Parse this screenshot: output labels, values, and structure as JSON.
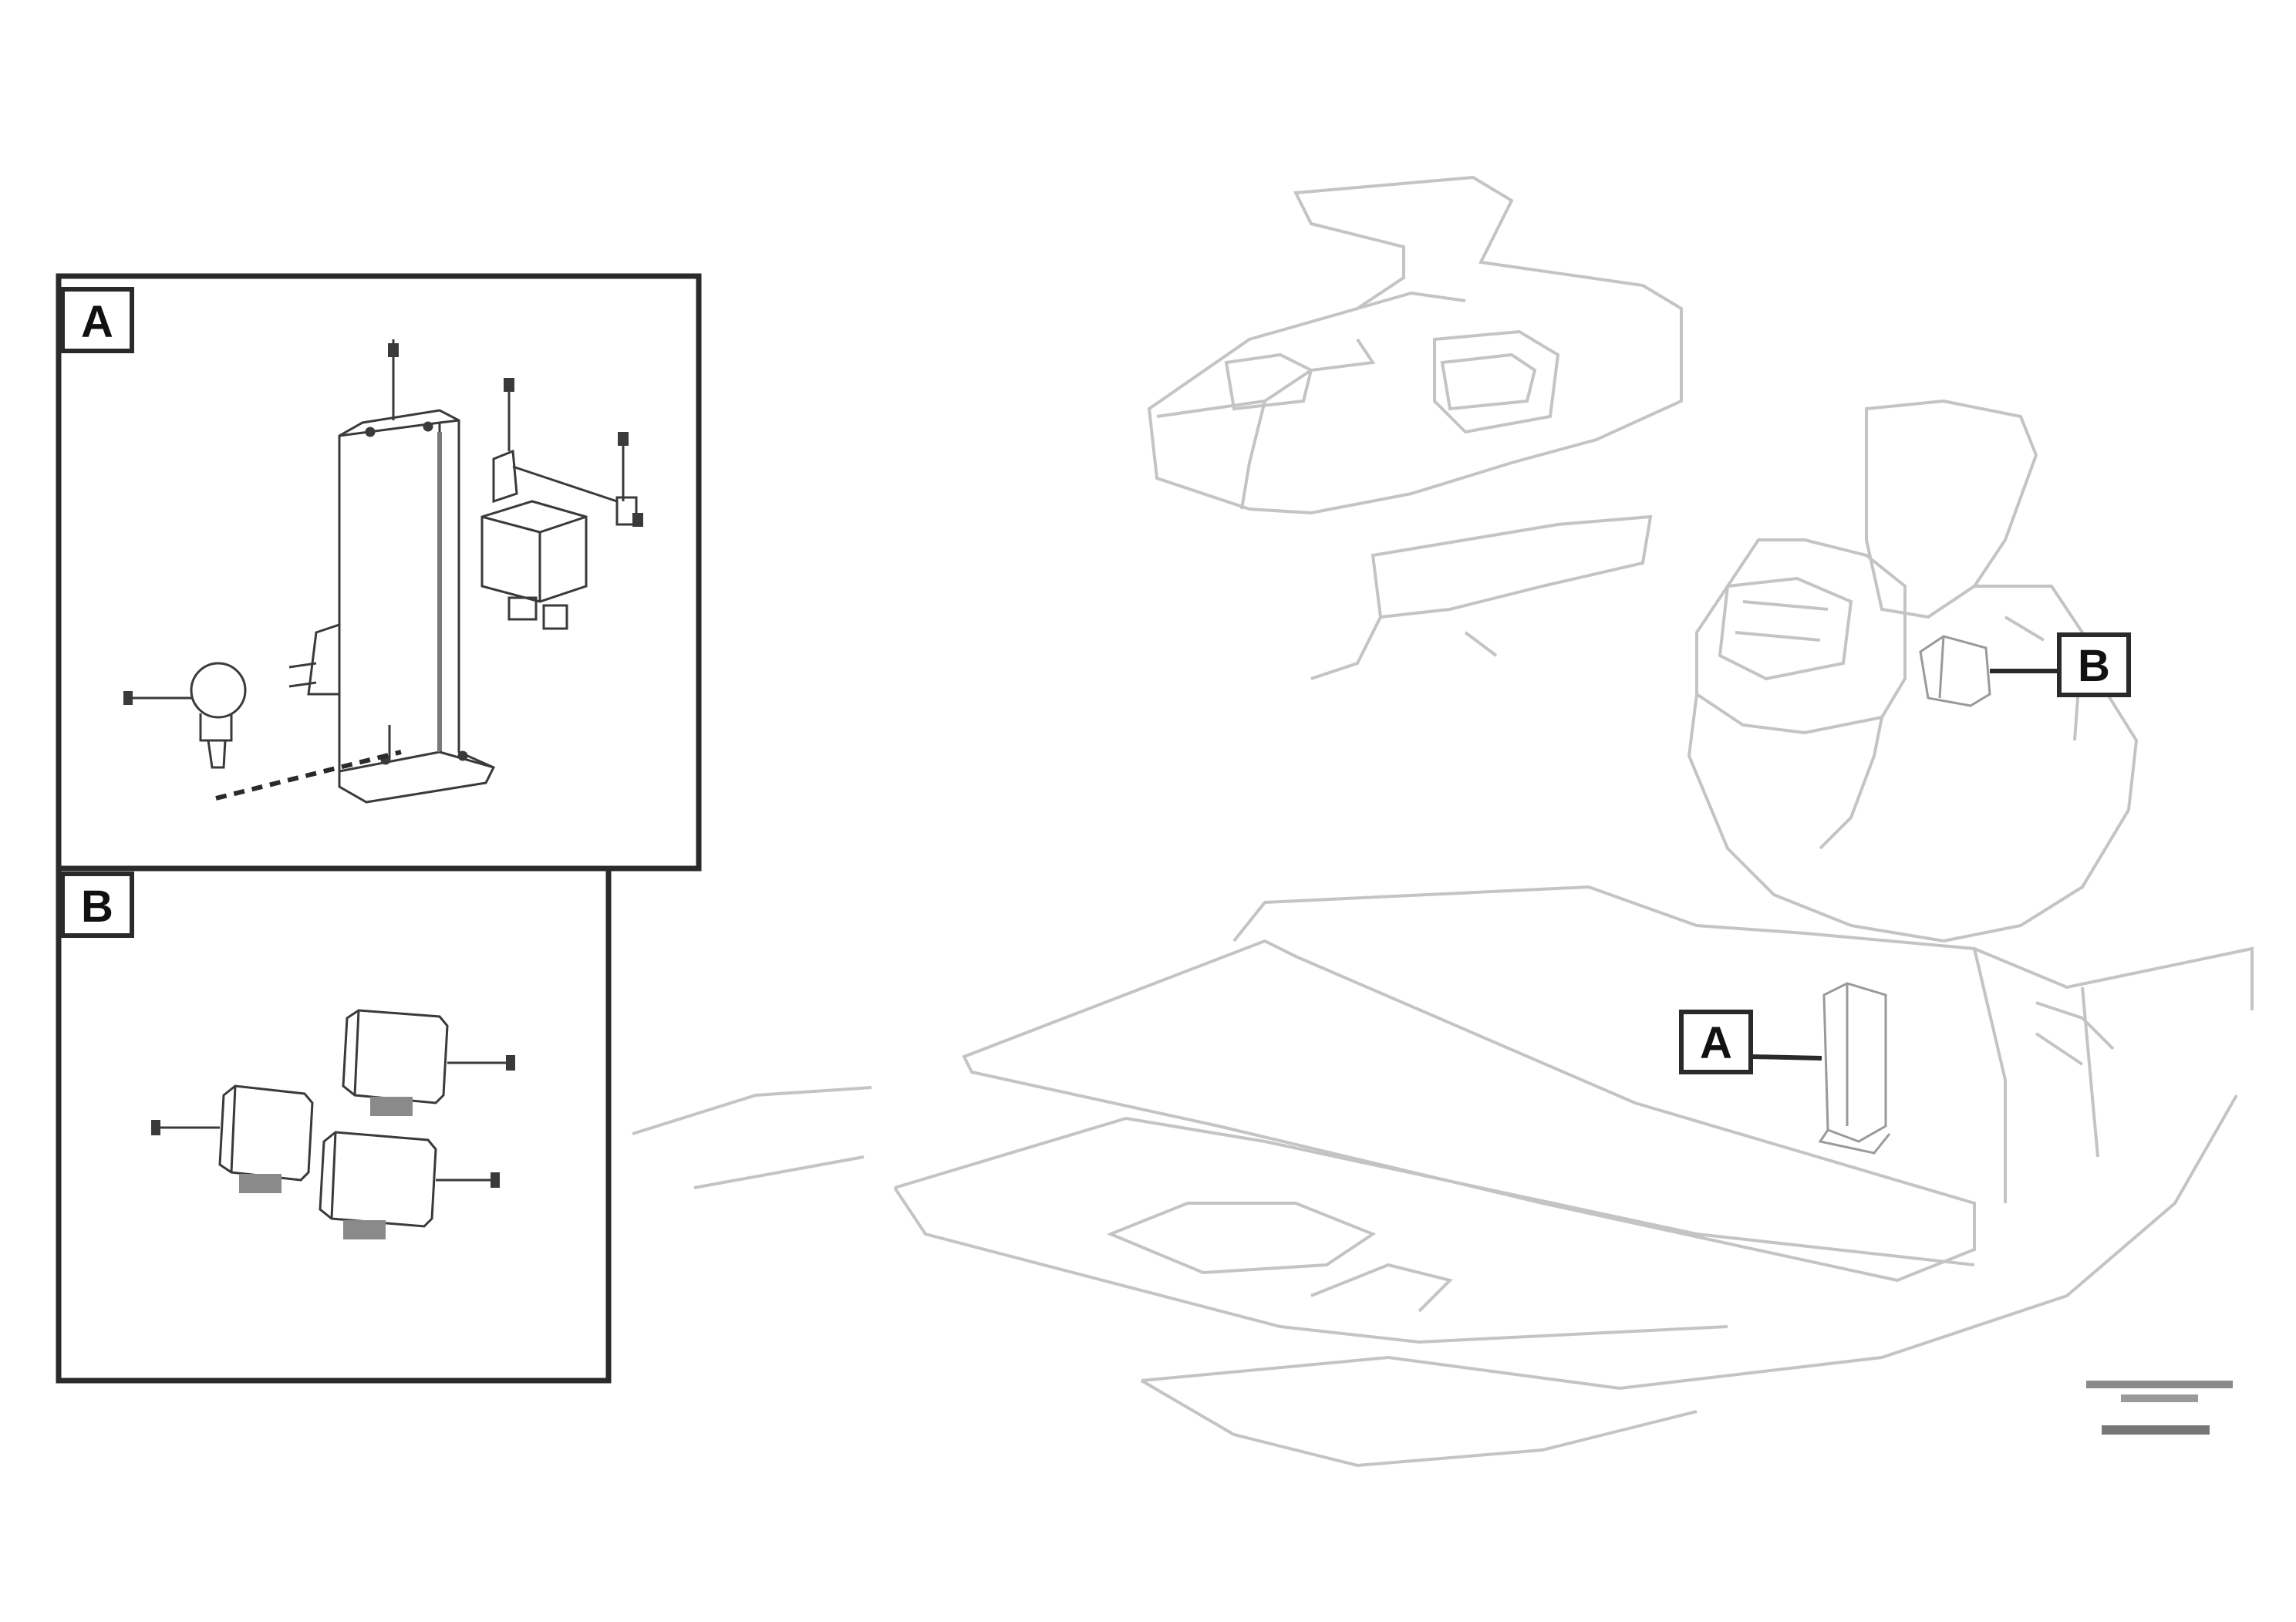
{
  "diagram": {
    "detail_a": {
      "tag": "A"
    },
    "detail_b": {
      "tag": "B"
    },
    "callout_a": {
      "tag": "A"
    },
    "callout_b": {
      "tag": "B"
    },
    "drawing_code": {
      "line1": "",
      "line2": "",
      "line3": ""
    }
  },
  "colors": {
    "frame": "#2a2a2a",
    "detail_line": "#3a3a3a",
    "faint_line": "#c4c4c4"
  }
}
